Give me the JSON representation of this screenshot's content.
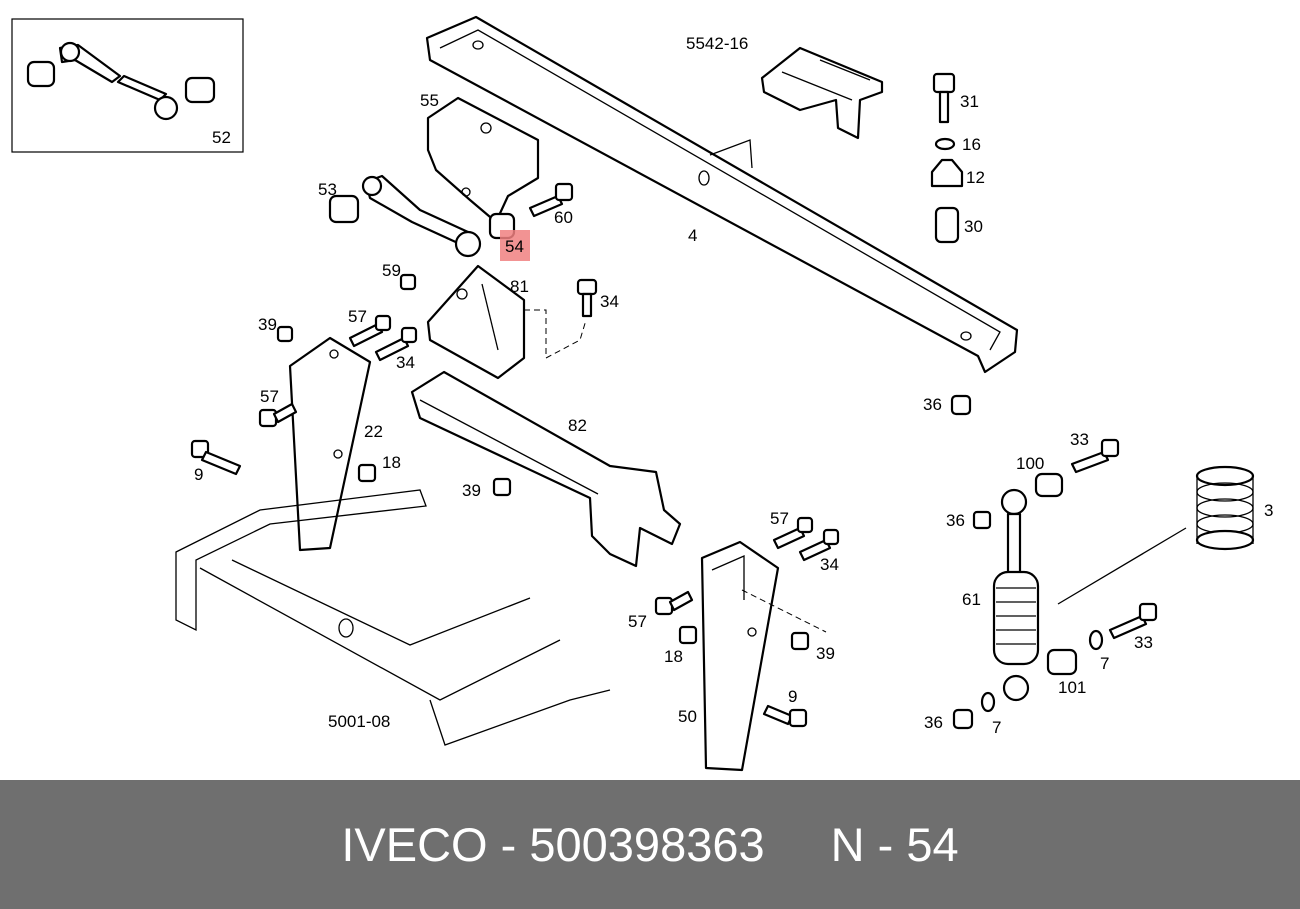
{
  "footer": {
    "brand": "IVECO",
    "separator": "-",
    "part_number": "500398363",
    "position_prefix": "N",
    "position_number": "54"
  },
  "highlight": {
    "label": "54",
    "color": "#f08080"
  },
  "callouts": {
    "inset": "52",
    "ref_top": "5542-16",
    "ref_bottom": "5001-08",
    "c55": "55",
    "c53": "53",
    "c60": "60",
    "c54": "54",
    "c4": "4",
    "c59": "59",
    "c81": "81",
    "c34a": "34",
    "c57a": "57",
    "c39a": "39",
    "c34b": "34",
    "c57b": "57",
    "c22": "22",
    "c9a": "9",
    "c18a": "18",
    "c82": "82",
    "c39b": "39",
    "c31": "31",
    "c16": "16",
    "c12": "12",
    "c30": "30",
    "c36a": "36",
    "c33a": "33",
    "c100": "100",
    "c36b": "36",
    "c3": "3",
    "c61": "61",
    "c33b": "33",
    "c7a": "7",
    "c101": "101",
    "c36c": "36",
    "c7b": "7",
    "c57c": "57",
    "c34c": "34",
    "c57d": "57",
    "c18b": "18",
    "c39c": "39",
    "c9b": "9",
    "c50": "50"
  }
}
